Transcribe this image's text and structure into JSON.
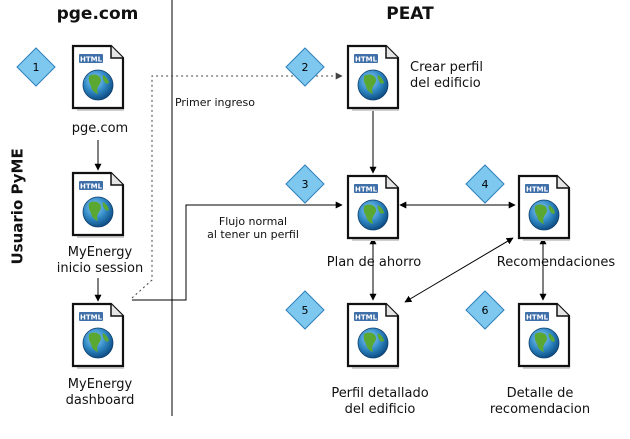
{
  "headers": {
    "left": "pge.com",
    "right": "PEAT"
  },
  "actor": "Usuario PyME",
  "icon_badge": "HTML",
  "nodes": [
    {
      "id": "pge",
      "step": "1",
      "label": "pge.com"
    },
    {
      "id": "myenergy-login",
      "step": "",
      "label": "MyEnergy\ninicio session"
    },
    {
      "id": "myenergy-dashboard",
      "step": "",
      "label": "MyEnergy\ndashboard"
    },
    {
      "id": "crear-perfil",
      "step": "2",
      "label": "Crear perfil\ndel edificio"
    },
    {
      "id": "plan-ahorro",
      "step": "3",
      "label": "Plan de ahorro"
    },
    {
      "id": "recomendaciones",
      "step": "4",
      "label": "Recomendaciones"
    },
    {
      "id": "perfil-detallado",
      "step": "5",
      "label": "Perfil detallado\ndel edificio"
    },
    {
      "id": "detalle-recomendacion",
      "step": "6",
      "label": "Detalle de\nrecomendacion"
    }
  ],
  "edge_labels": {
    "primer_ingreso": "Primer ingreso",
    "flujo_normal": "Flujo normal\nal tener un perfil"
  },
  "colors": {
    "diamond": "#7ec8f0",
    "diamond_stroke": "#2d7fb8",
    "globe": "#2e86c1",
    "land": "#5aa832",
    "line": "#000000"
  }
}
